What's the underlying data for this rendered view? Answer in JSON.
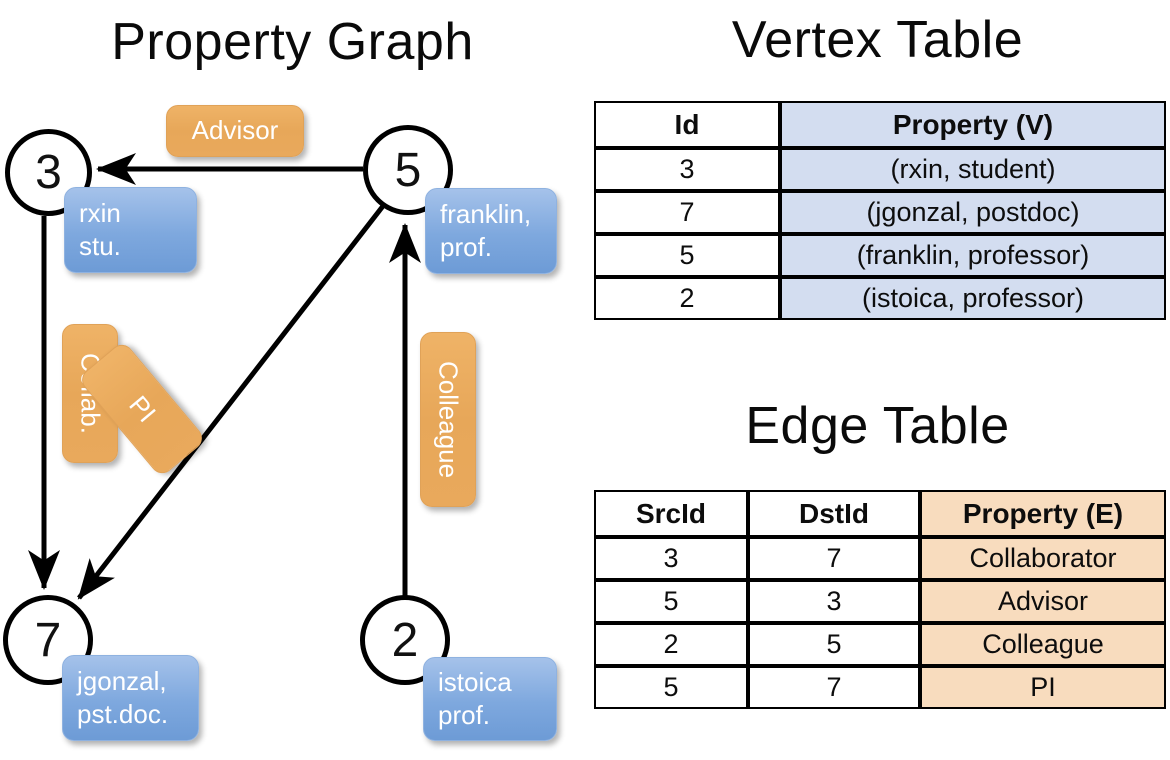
{
  "titles": {
    "property_graph": "Property Graph",
    "vertex_table": "Vertex Table",
    "edge_table": "Edge Table"
  },
  "colors": {
    "vertex_property_fill": "#d3ddf0",
    "edge_property_fill": "#f8dcbe",
    "node_property_box": "#7ea8de",
    "edge_label_box": "#e7a759",
    "stroke": "#000000"
  },
  "graph": {
    "nodes": [
      {
        "id": "3",
        "property_lines": [
          "rxin",
          "stu."
        ]
      },
      {
        "id": "5",
        "property_lines": [
          "franklin,",
          "prof."
        ]
      },
      {
        "id": "7",
        "property_lines": [
          "jgonzal,",
          "pst.doc."
        ]
      },
      {
        "id": "2",
        "property_lines": [
          "istoica",
          "prof."
        ]
      }
    ],
    "edge_labels": [
      {
        "name": "advisor",
        "text": "Advisor",
        "orientation": "horizontal"
      },
      {
        "name": "collab",
        "text": "Collab.",
        "orientation": "vertical"
      },
      {
        "name": "pi",
        "text": "PI",
        "orientation": "diagonal"
      },
      {
        "name": "colleague",
        "text": "Colleague",
        "orientation": "vertical"
      }
    ],
    "edges": [
      {
        "src": "5",
        "dst": "3",
        "label": "Advisor"
      },
      {
        "src": "3",
        "dst": "7",
        "label": "Collab."
      },
      {
        "src": "5",
        "dst": "7",
        "label": "PI"
      },
      {
        "src": "2",
        "dst": "5",
        "label": "Colleague"
      }
    ]
  },
  "vertex_table": {
    "headers": [
      "Id",
      "Property (V)"
    ],
    "rows": [
      [
        "3",
        "(rxin, student)"
      ],
      [
        "7",
        "(jgonzal, postdoc)"
      ],
      [
        "5",
        "(franklin, professor)"
      ],
      [
        "2",
        "(istoica, professor)"
      ]
    ]
  },
  "edge_table": {
    "headers": [
      "SrcId",
      "DstId",
      "Property (E)"
    ],
    "rows": [
      [
        "3",
        "7",
        "Collaborator"
      ],
      [
        "5",
        "3",
        "Advisor"
      ],
      [
        "2",
        "5",
        "Colleague"
      ],
      [
        "5",
        "7",
        "PI"
      ]
    ]
  }
}
